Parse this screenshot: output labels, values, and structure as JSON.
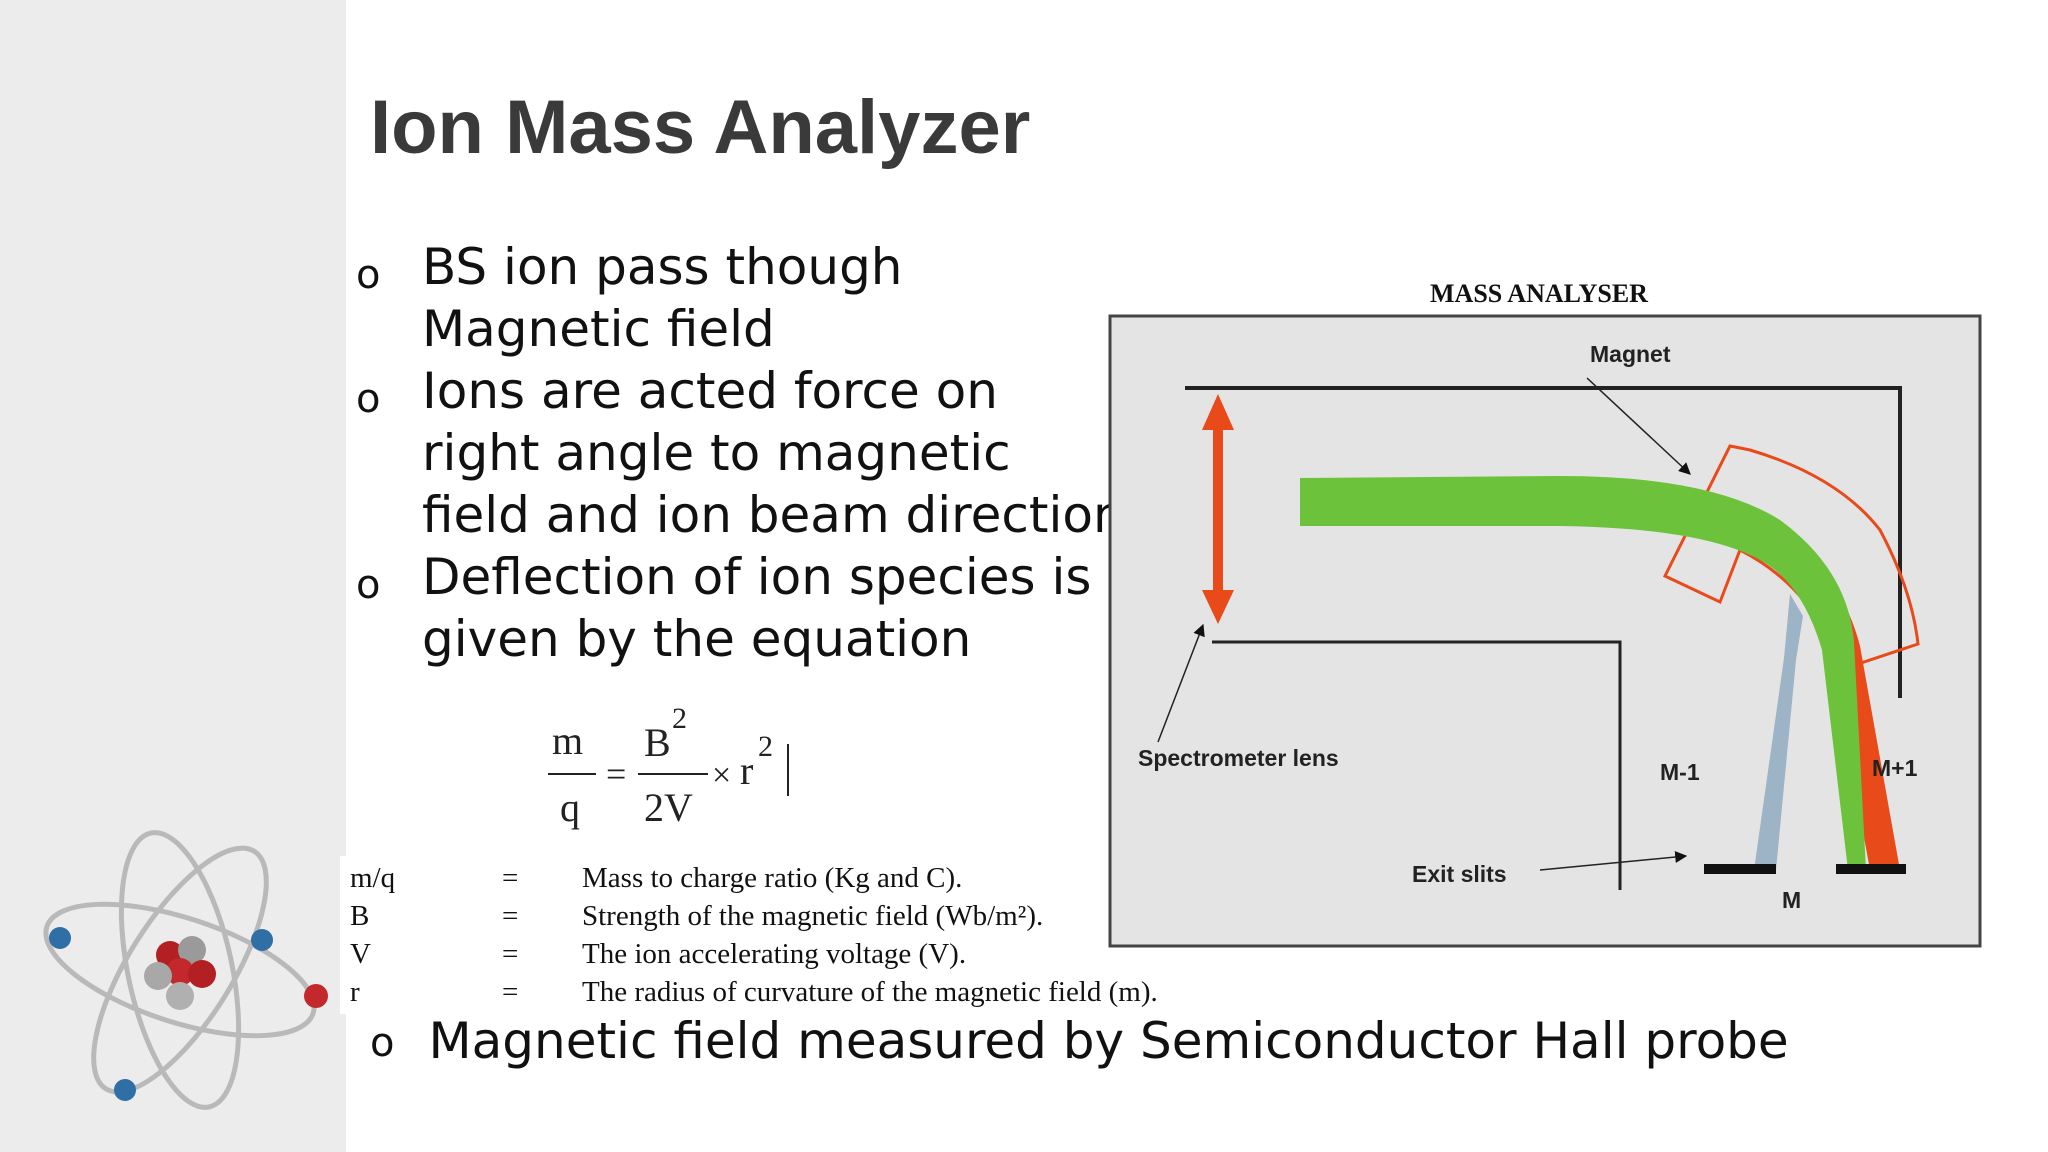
{
  "slide": {
    "title": "Ion Mass Analyzer",
    "bullets": [
      "BS ion pass though Magnetic field",
      "Ions are acted force on right angle to magnetic field and ion beam direction",
      "Deflection of ion species is given by the equation"
    ],
    "bottom_bullet": "Magnetic field measured by Semiconductor Hall probe",
    "bullet_glyph": "o"
  },
  "equation": {
    "lhs_num": "m",
    "lhs_den": "q",
    "equals": "=",
    "rhs_num": "B",
    "rhs_num_exp": "2",
    "rhs_den": "2V",
    "times": "×",
    "r": "r",
    "r_exp": "2"
  },
  "legend": [
    {
      "symbol": "m/q",
      "eq": "=",
      "desc": "Mass to charge ratio (Kg and C)."
    },
    {
      "symbol": "B",
      "eq": "=",
      "desc": "Strength of the magnetic field (Wb/m²)."
    },
    {
      "symbol": "V",
      "eq": "=",
      "desc": "The ion accelerating voltage (V)."
    },
    {
      "symbol": "r",
      "eq": "=",
      "desc": "The radius of curvature of the magnetic field (m)."
    }
  ],
  "diagram": {
    "title": "MASS ANALYSER",
    "labels": {
      "magnet": "Magnet",
      "spectrometer_lens": "Spectrometer lens",
      "exit_slits": "Exit slits",
      "m_minus": "M-1",
      "m": "M",
      "m_plus": "M+1"
    },
    "colors": {
      "beam_main": "#6cc23a",
      "beam_heavy": "#e84a1a",
      "beam_light": "#9db3c6",
      "arrow": "#e84a1a",
      "box_fill": "#e4e4e4"
    }
  },
  "decor": {
    "atom_icon": "atom-icon"
  }
}
